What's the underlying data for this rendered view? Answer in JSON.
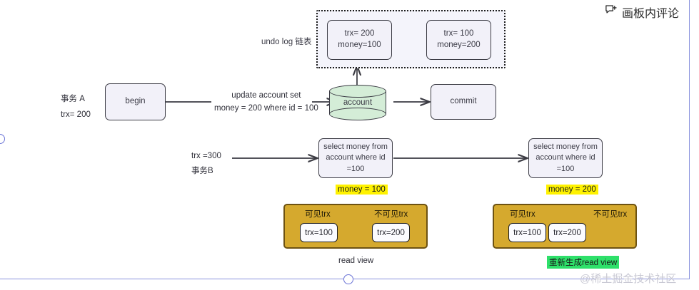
{
  "header": {
    "comment_button_label": "画板内评论",
    "comment_icon": "comment-plus-icon"
  },
  "watermark": "@稀土掘金技术社区",
  "colors": {
    "node_fill": "#f2f1f9",
    "node_border": "#3c3c45",
    "cylinder_fill": "#d4edd7",
    "readview_fill": "#d5a92e",
    "readview_border": "#6d5212",
    "highlight_yellow": "#fff200",
    "highlight_green": "#2ee06a",
    "selection_blue": "#8a93de"
  },
  "undo_log": {
    "label": "undo log 链表",
    "entries": [
      {
        "trx": "trx= 200",
        "money": "money=100"
      },
      {
        "trx": "trx= 100",
        "money": "money=200"
      }
    ]
  },
  "transaction_a": {
    "name": "事务 A",
    "trx": "trx= 200",
    "begin_label": "begin",
    "update_line1": "update account set",
    "update_line2": "money = 200 where id = 100",
    "table_label": "account",
    "commit_label": "commit"
  },
  "transaction_b": {
    "trx": "trx =300",
    "name": "事务B",
    "select_first": {
      "line1": "select money from",
      "line2": "account where id",
      "line3": "=100",
      "result": "money = 100"
    },
    "select_second": {
      "line1": "select money from",
      "line2": "account where id",
      "line3": "=100",
      "result": "money = 200"
    }
  },
  "read_views": [
    {
      "visible_header": "可见trx",
      "invisible_header": "不可见trx",
      "visible_chip": "trx=100",
      "invisible_chip": "trx=200",
      "caption": "read view",
      "caption_highlight": "none"
    },
    {
      "visible_header": "可见trx",
      "invisible_header": "不可见trx",
      "visible_chip": "trx=100",
      "invisible_chip": "trx=200",
      "caption": "重新生成read view",
      "caption_highlight": "green"
    }
  ]
}
